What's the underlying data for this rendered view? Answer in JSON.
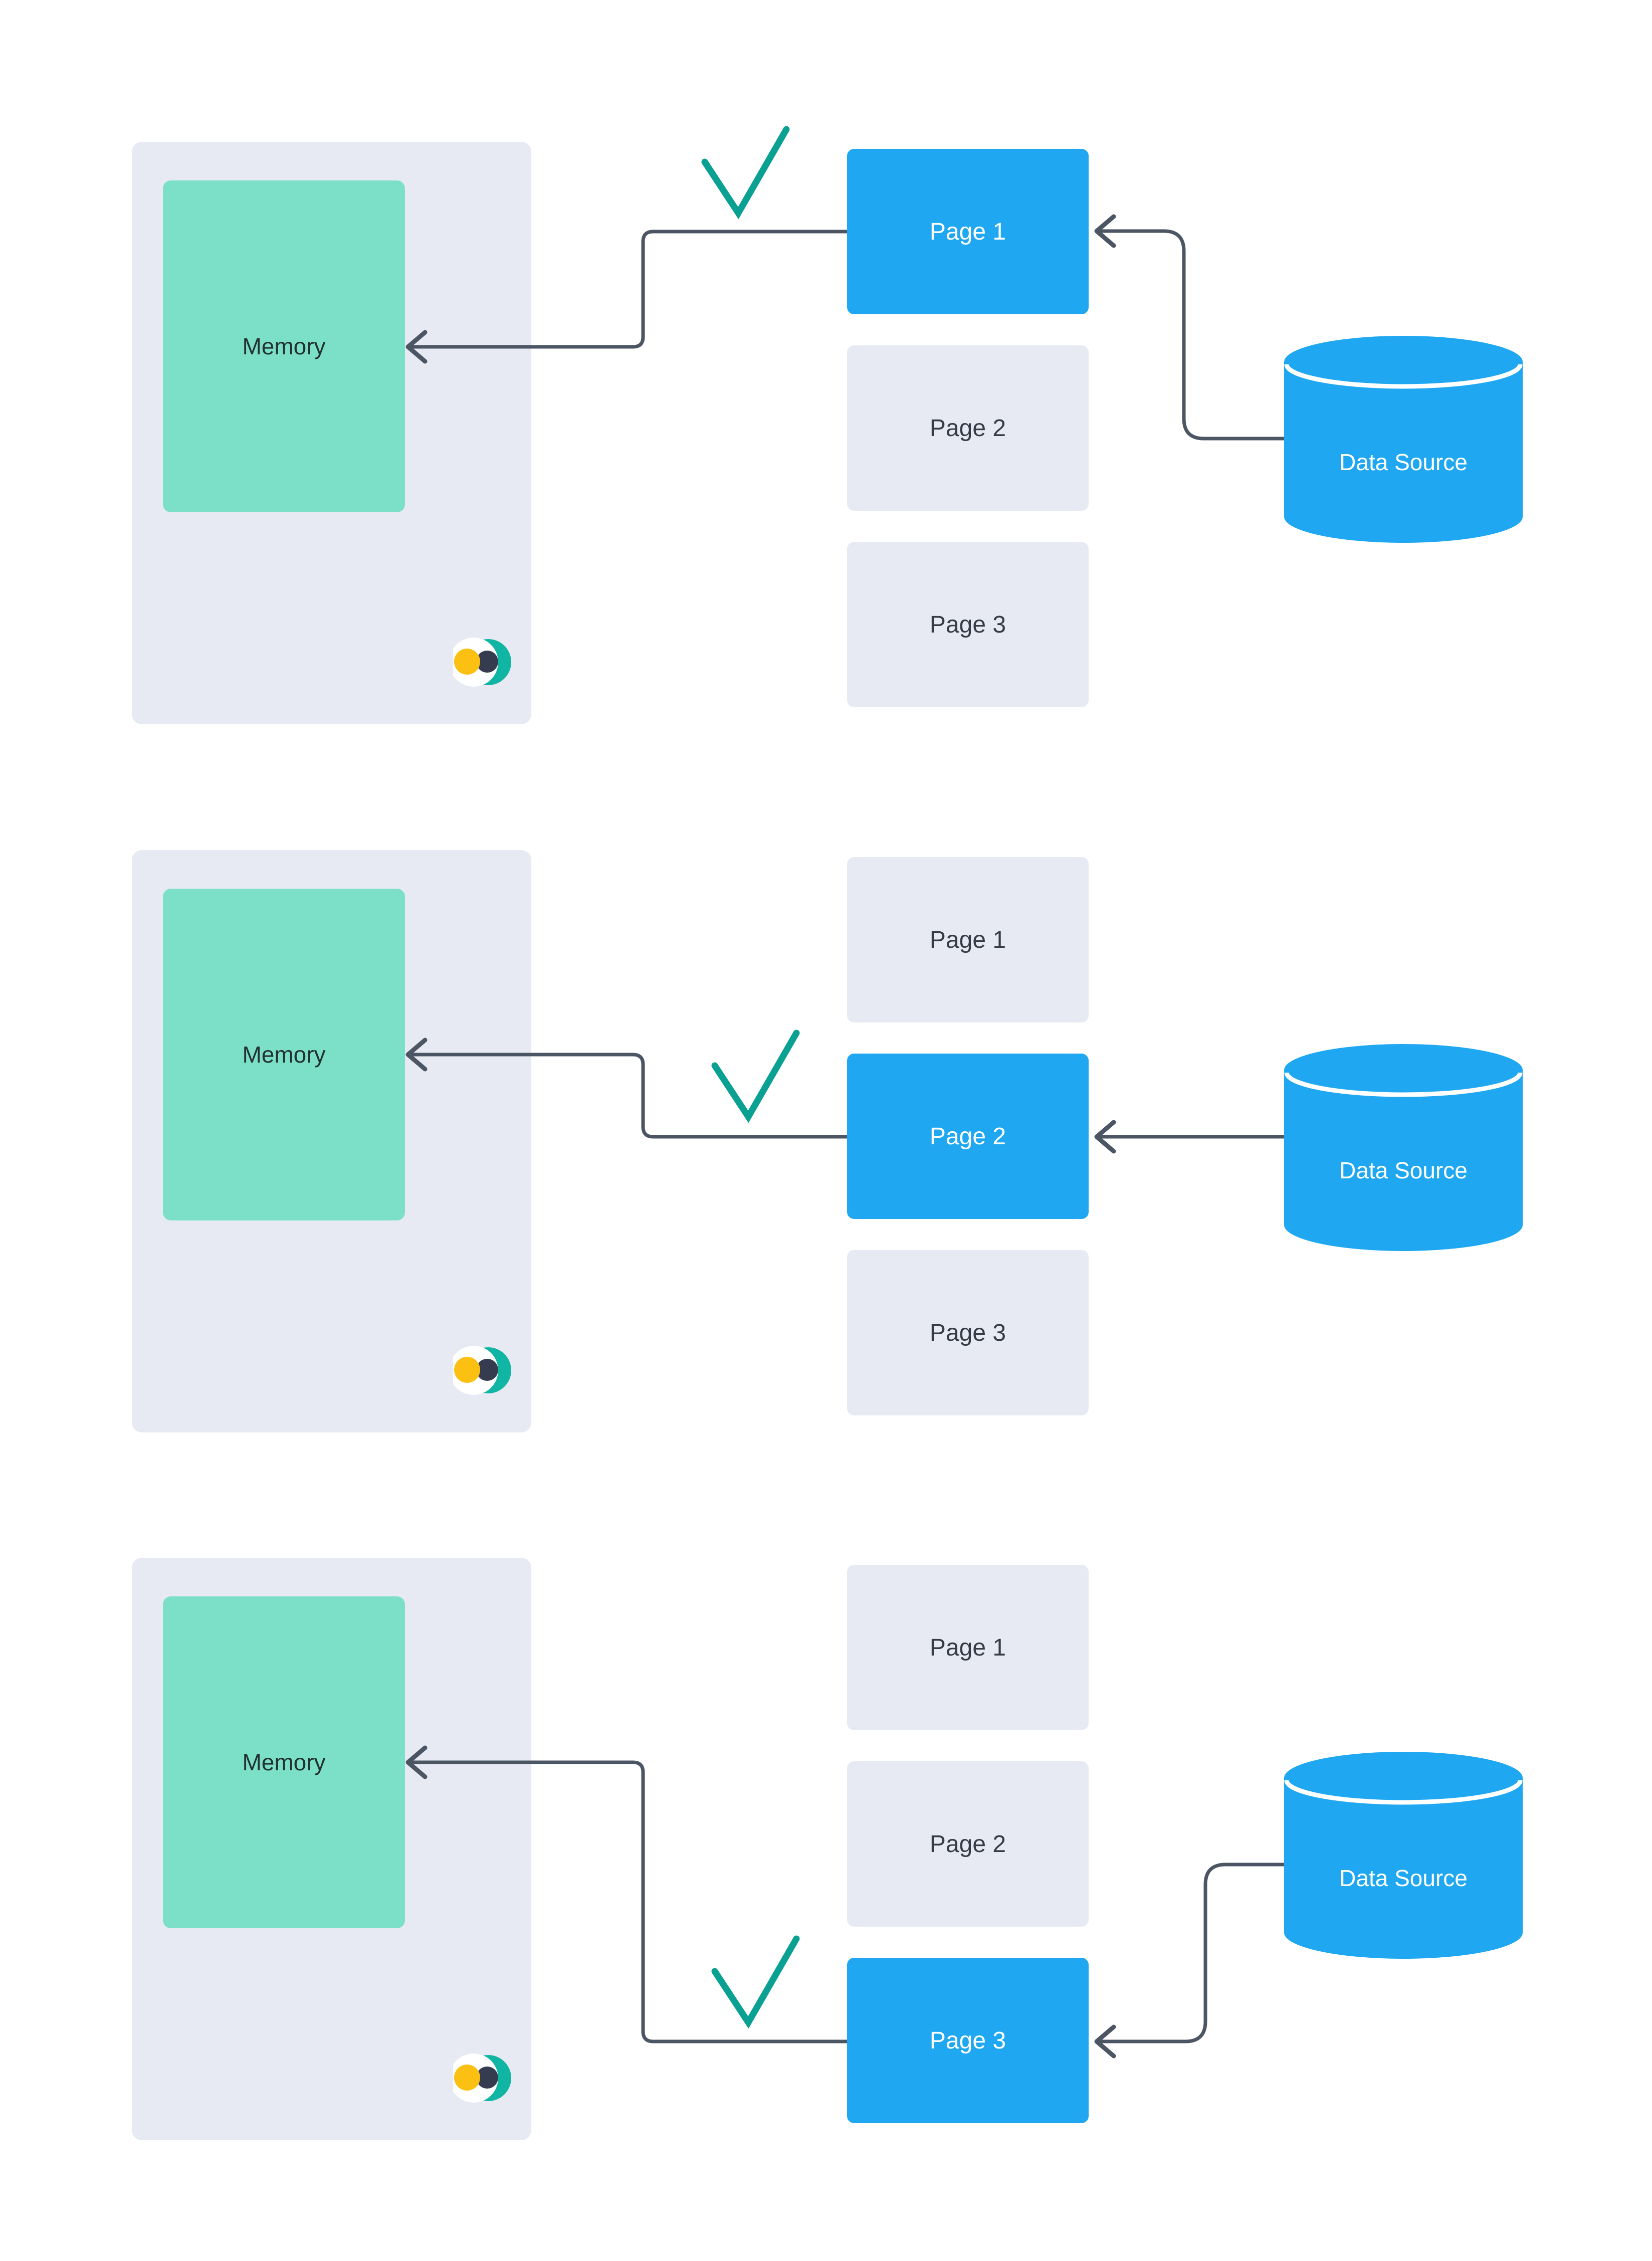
{
  "colors": {
    "page_active_bg": "#1FA8F1",
    "page_inactive_bg": "#E7EAF2",
    "memory_panel_bg": "#E7EAF2",
    "memory_box_bg": "#7CE0C9",
    "datasource_bg": "#1FA8F1",
    "datasource_seam": "#FFFFFF",
    "connector": "#4C5563",
    "checkmark": "#0AA092",
    "brand_teal": "#10B5A3",
    "brand_dark": "#363C4F",
    "brand_yellow": "#FCC013",
    "page_text_active": "#FFFFFF",
    "page_text_inactive": "#363C47",
    "memory_text": "#223330"
  },
  "rows": [
    {
      "memory_label": "Memory",
      "pages": [
        "Page 1",
        "Page 2",
        "Page 3"
      ],
      "active_page": "Page 1",
      "datasource_label": "Data Source",
      "status_icon": "checkmark"
    },
    {
      "memory_label": "Memory",
      "pages": [
        "Page 1",
        "Page 2",
        "Page 3"
      ],
      "active_page": "Page 2",
      "datasource_label": "Data Source",
      "status_icon": "checkmark"
    },
    {
      "memory_label": "Memory",
      "pages": [
        "Page 1",
        "Page 2",
        "Page 3"
      ],
      "active_page": "Page 3",
      "datasource_label": "Data Source",
      "status_icon": "checkmark"
    }
  ]
}
